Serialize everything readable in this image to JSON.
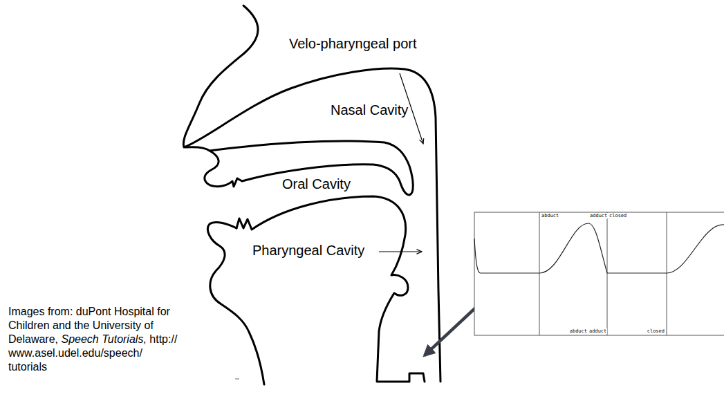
{
  "diagram": {
    "labels": [
      "Velo-pharyngeal port",
      "Nasal Cavity",
      "Oral Cavity",
      "Pharyngeal Cavity",
      "Images from: duPont Hospital for Children and the University of Delaware,",
      "Speech Tutorials,",
      "http:// www.asel.udel.edu/speech/ tutorials",
      "abduct",
      "adduct",
      "closed",
      "abduct",
      "adduct",
      "closed"
    ]
  }
}
